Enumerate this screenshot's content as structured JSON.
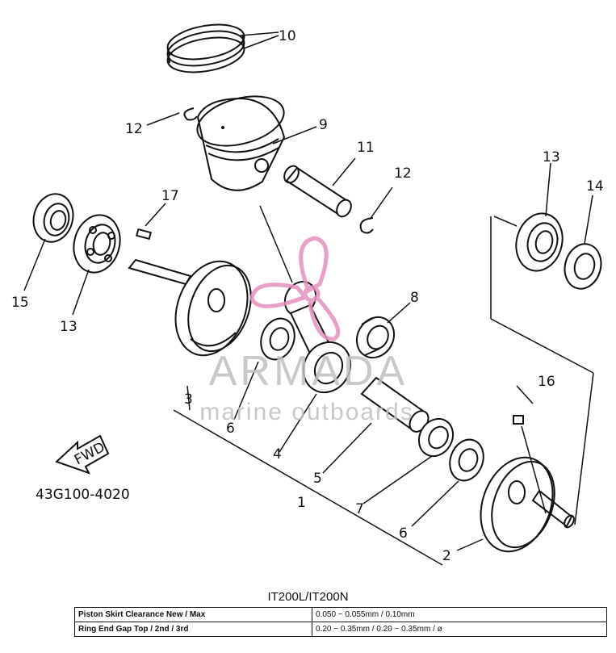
{
  "diagram": {
    "part_number": "43G100-4020",
    "fwd_label": "FWD",
    "callouts": {
      "c1": "1",
      "c2": "2",
      "c3": "3",
      "c4": "4",
      "c5": "5",
      "c6a": "6",
      "c6b": "6",
      "c7": "7",
      "c8": "8",
      "c9": "9",
      "c10": "10",
      "c11": "11",
      "c12a": "12",
      "c12b": "12",
      "c13a": "13",
      "c13b": "13",
      "c14": "14",
      "c15": "15",
      "c16": "16",
      "c17": "17"
    }
  },
  "watermark": {
    "brand": "ARMADA",
    "tagline": "marine outboards",
    "color": "#e48fbf"
  },
  "spec": {
    "model": "IT200L/IT200N",
    "rows": [
      {
        "label": "Piston Skirt Clearance New / Max",
        "value": "0.050 ~ 0.055mm / 0.10mm"
      },
      {
        "label": "Ring End Gap Top / 2nd / 3rd",
        "value": "0.20 ~ 0.35mm / 0.20 ~ 0.35mm / ø"
      }
    ]
  }
}
